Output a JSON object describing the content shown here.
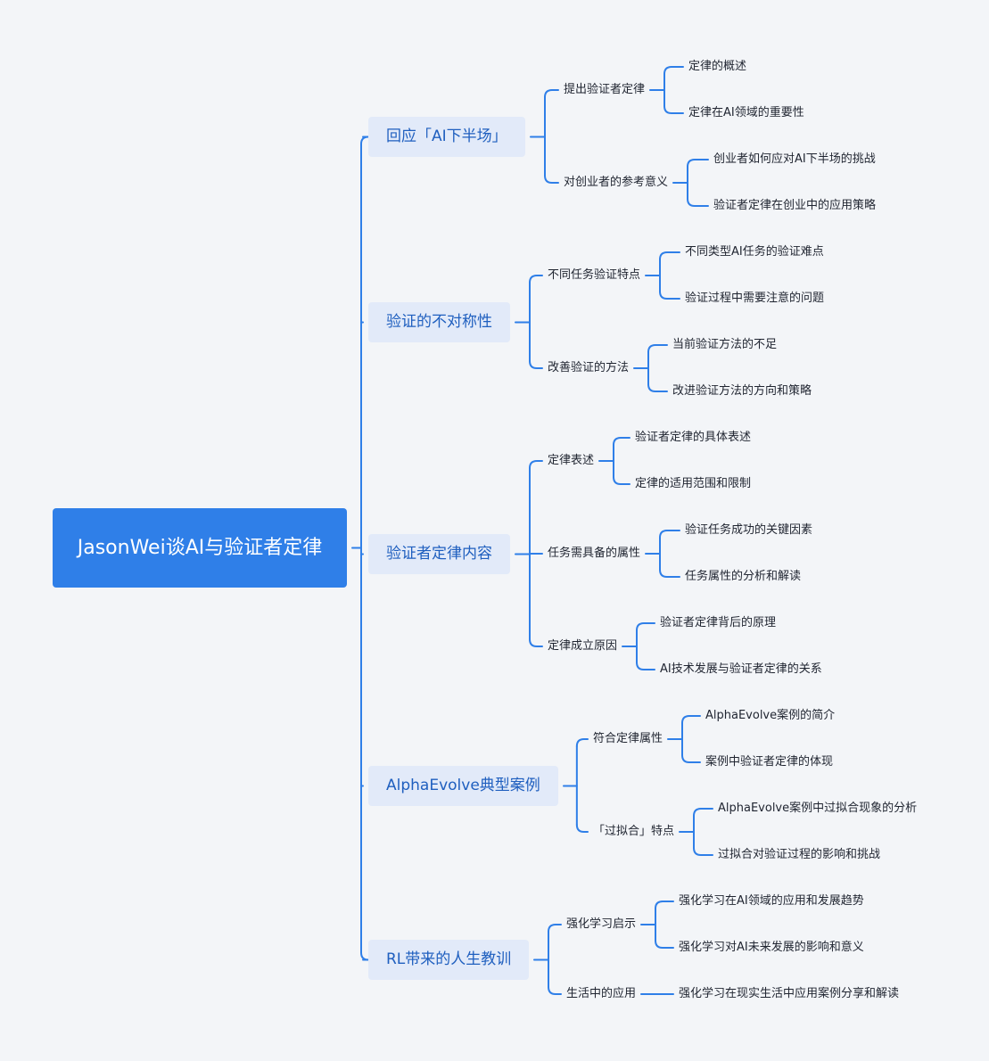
{
  "root": {
    "title": "JasonWei谈AI与验证者定律"
  },
  "branches": [
    {
      "label": "回应「AI下半场」",
      "children": [
        {
          "label": "提出验证者定律",
          "children": [
            "定律的概述",
            "定律在AI领域的重要性"
          ]
        },
        {
          "label": "对创业者的参考意义",
          "children": [
            "创业者如何应对AI下半场的挑战",
            "验证者定律在创业中的应用策略"
          ]
        }
      ]
    },
    {
      "label": "验证的不对称性",
      "children": [
        {
          "label": "不同任务验证特点",
          "children": [
            "不同类型AI任务的验证难点",
            "验证过程中需要注意的问题"
          ]
        },
        {
          "label": "改善验证的方法",
          "children": [
            "当前验证方法的不足",
            "改进验证方法的方向和策略"
          ]
        }
      ]
    },
    {
      "label": "验证者定律内容",
      "children": [
        {
          "label": "定律表述",
          "children": [
            "验证者定律的具体表述",
            "定律的适用范围和限制"
          ]
        },
        {
          "label": "任务需具备的属性",
          "children": [
            "验证任务成功的关键因素",
            "任务属性的分析和解读"
          ]
        },
        {
          "label": "定律成立原因",
          "children": [
            "验证者定律背后的原理",
            "AI技术发展与验证者定律的关系"
          ]
        }
      ]
    },
    {
      "label": "AlphaEvolve典型案例",
      "children": [
        {
          "label": "符合定律属性",
          "children": [
            "AlphaEvolve案例的简介",
            "案例中验证者定律的体现"
          ]
        },
        {
          "label": "「过拟合」特点",
          "children": [
            "AlphaEvolve案例中过拟合现象的分析",
            "过拟合对验证过程的影响和挑战"
          ]
        }
      ]
    },
    {
      "label": "RL带来的人生教训",
      "children": [
        {
          "label": "强化学习启示",
          "children": [
            "强化学习在AI领域的应用和发展趋势",
            "强化学习对AI未来发展的影响和意义"
          ]
        },
        {
          "label": "生活中的应用",
          "children": [
            "强化学习在现实生活中应用案例分享和解读"
          ]
        }
      ]
    }
  ],
  "colors": {
    "line": "#2f7fe8",
    "root_bg": "#2f7fe8",
    "branch_bg": "#e2eaf9",
    "branch_text": "#1f5fbf"
  }
}
